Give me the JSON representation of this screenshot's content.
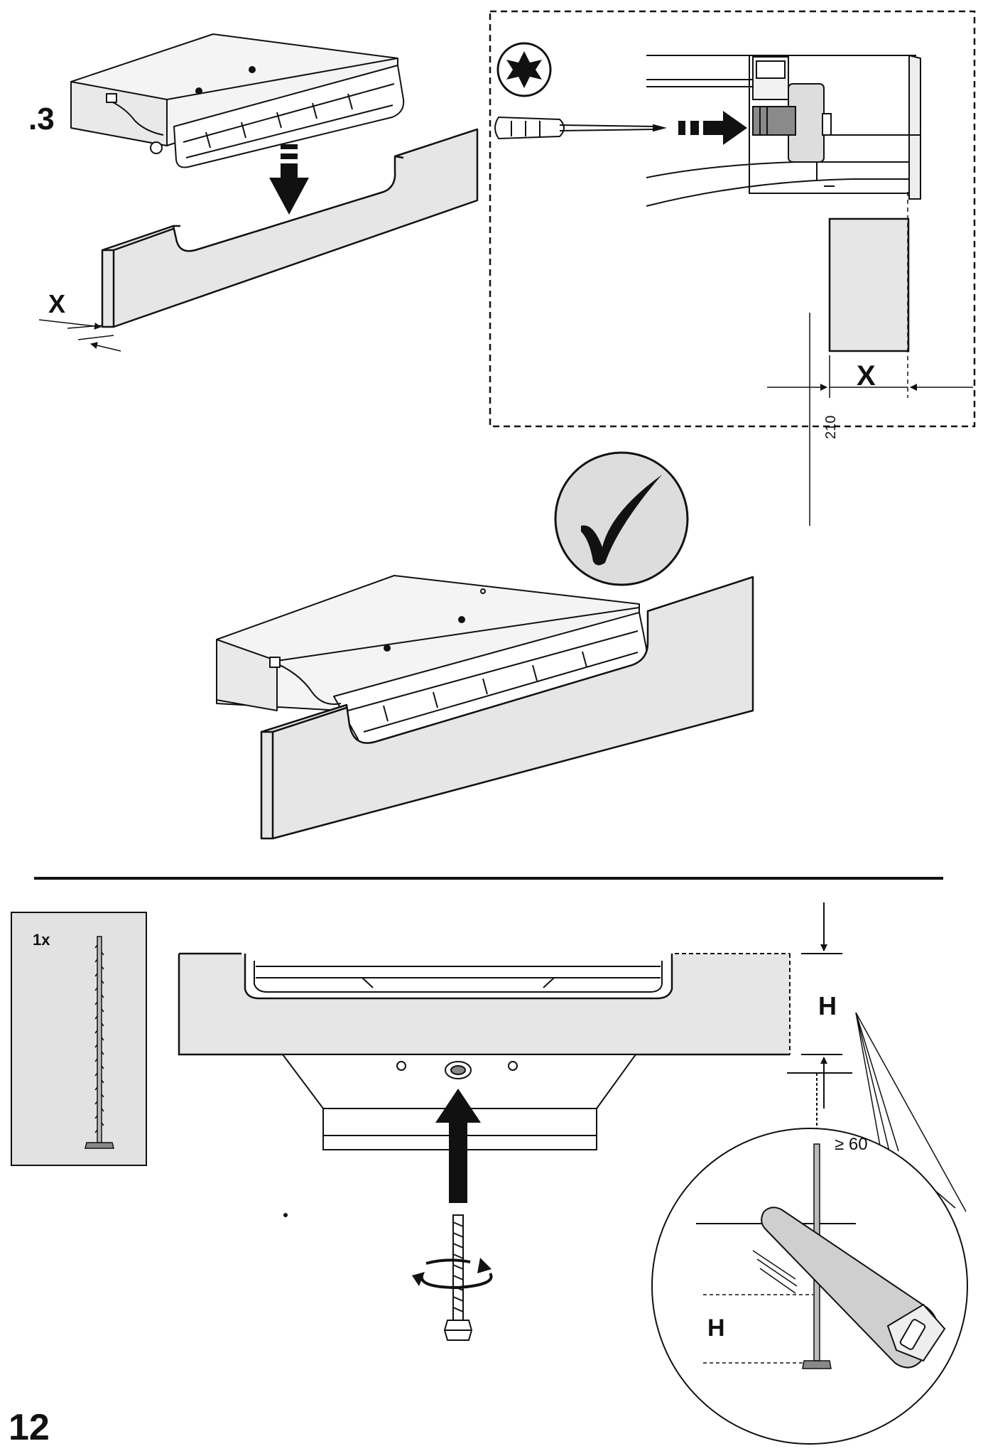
{
  "step_fragment": ".3",
  "x_label_left": "X",
  "x_label_right": "X",
  "dim_210": "210",
  "qty_label": "1x",
  "h_label_top": "H",
  "h_label_zoom": "H",
  "min_length_label": "≥ 60",
  "page_number": "12",
  "icons": {
    "torx": "torx-star-icon",
    "check": "checkmark-icon",
    "rotate": "rotate-arrow-icon"
  },
  "colors": {
    "line": "#111111",
    "panel_fill": "#e6e6e6",
    "check_circle_fill": "#dddddd",
    "page_bg": "#ffffff"
  }
}
